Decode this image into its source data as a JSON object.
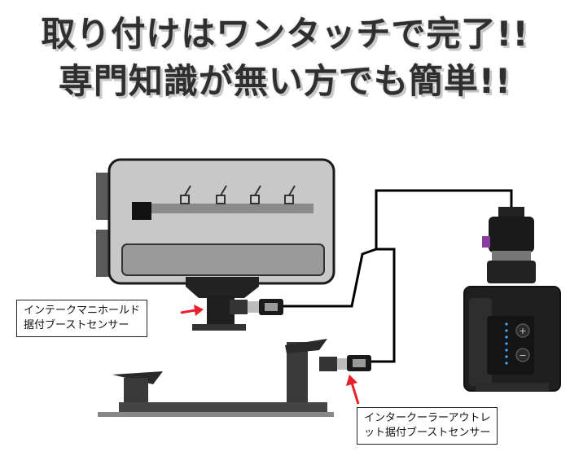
{
  "headline": {
    "line1": "取り付けはワンタッチで完了!!",
    "line2": "専門知識が無い方でも簡単!!"
  },
  "callouts": {
    "manifold_line1": "インテークマニホールド",
    "manifold_line2": "据付ブーストセンサー",
    "outlet_line1": "インタークーラーアウトレ",
    "outlet_line2": "ット据付ブーストセンサー"
  },
  "colors": {
    "arrow": "#e8202a",
    "connector_accent": "#8a3fa0",
    "led": "#3fa9ff",
    "headline_text": "#2f2f2f"
  },
  "device": {
    "plus_symbol": "+",
    "minus_symbol": "−"
  }
}
